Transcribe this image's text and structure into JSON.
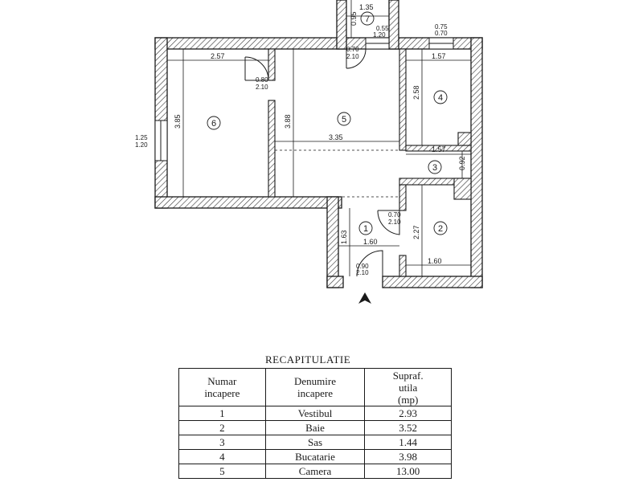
{
  "plan": {
    "room_numbers": [
      "1",
      "2",
      "3",
      "4",
      "5",
      "6",
      "7"
    ],
    "dims": {
      "r7_width": "1.35",
      "r7_height": "0.95",
      "door7": [
        "0.70",
        "2.10"
      ],
      "win7": [
        "0.55",
        "1.20"
      ],
      "win4": [
        "0.75",
        "0.70"
      ],
      "r6_width": "2.57",
      "r6_height": "3.85",
      "door6": [
        "0.80",
        "2.10"
      ],
      "win6": [
        "1.25",
        "1.20"
      ],
      "r5_height": "3.88",
      "r5_width": "3.35",
      "r4_width": "1.57",
      "r4_height": "2.58",
      "r3_width": "1.57",
      "r3_height": "0.92",
      "door2": [
        "0.70",
        "2.10"
      ],
      "r2_height": "2.27",
      "r2_width": "1.60",
      "r1_height": "1.63",
      "r1_width": "1.60",
      "door1": [
        "0.90",
        "2.10"
      ]
    }
  },
  "recap": {
    "title": "RECAPITULATIE",
    "headers": {
      "col1": [
        "Numar",
        "incapere"
      ],
      "col2": [
        "Denumire",
        "incapere"
      ],
      "col3": [
        "Supraf.",
        "utila",
        "(mp)"
      ]
    },
    "rows": [
      {
        "nr": "1",
        "name": "Vestibul",
        "area": "2.93"
      },
      {
        "nr": "2",
        "name": "Baie",
        "area": "3.52"
      },
      {
        "nr": "3",
        "name": "Sas",
        "area": "1.44"
      },
      {
        "nr": "4",
        "name": "Bucatarie",
        "area": "3.98"
      },
      {
        "nr": "5",
        "name": "Camera",
        "area": "13.00"
      }
    ]
  }
}
